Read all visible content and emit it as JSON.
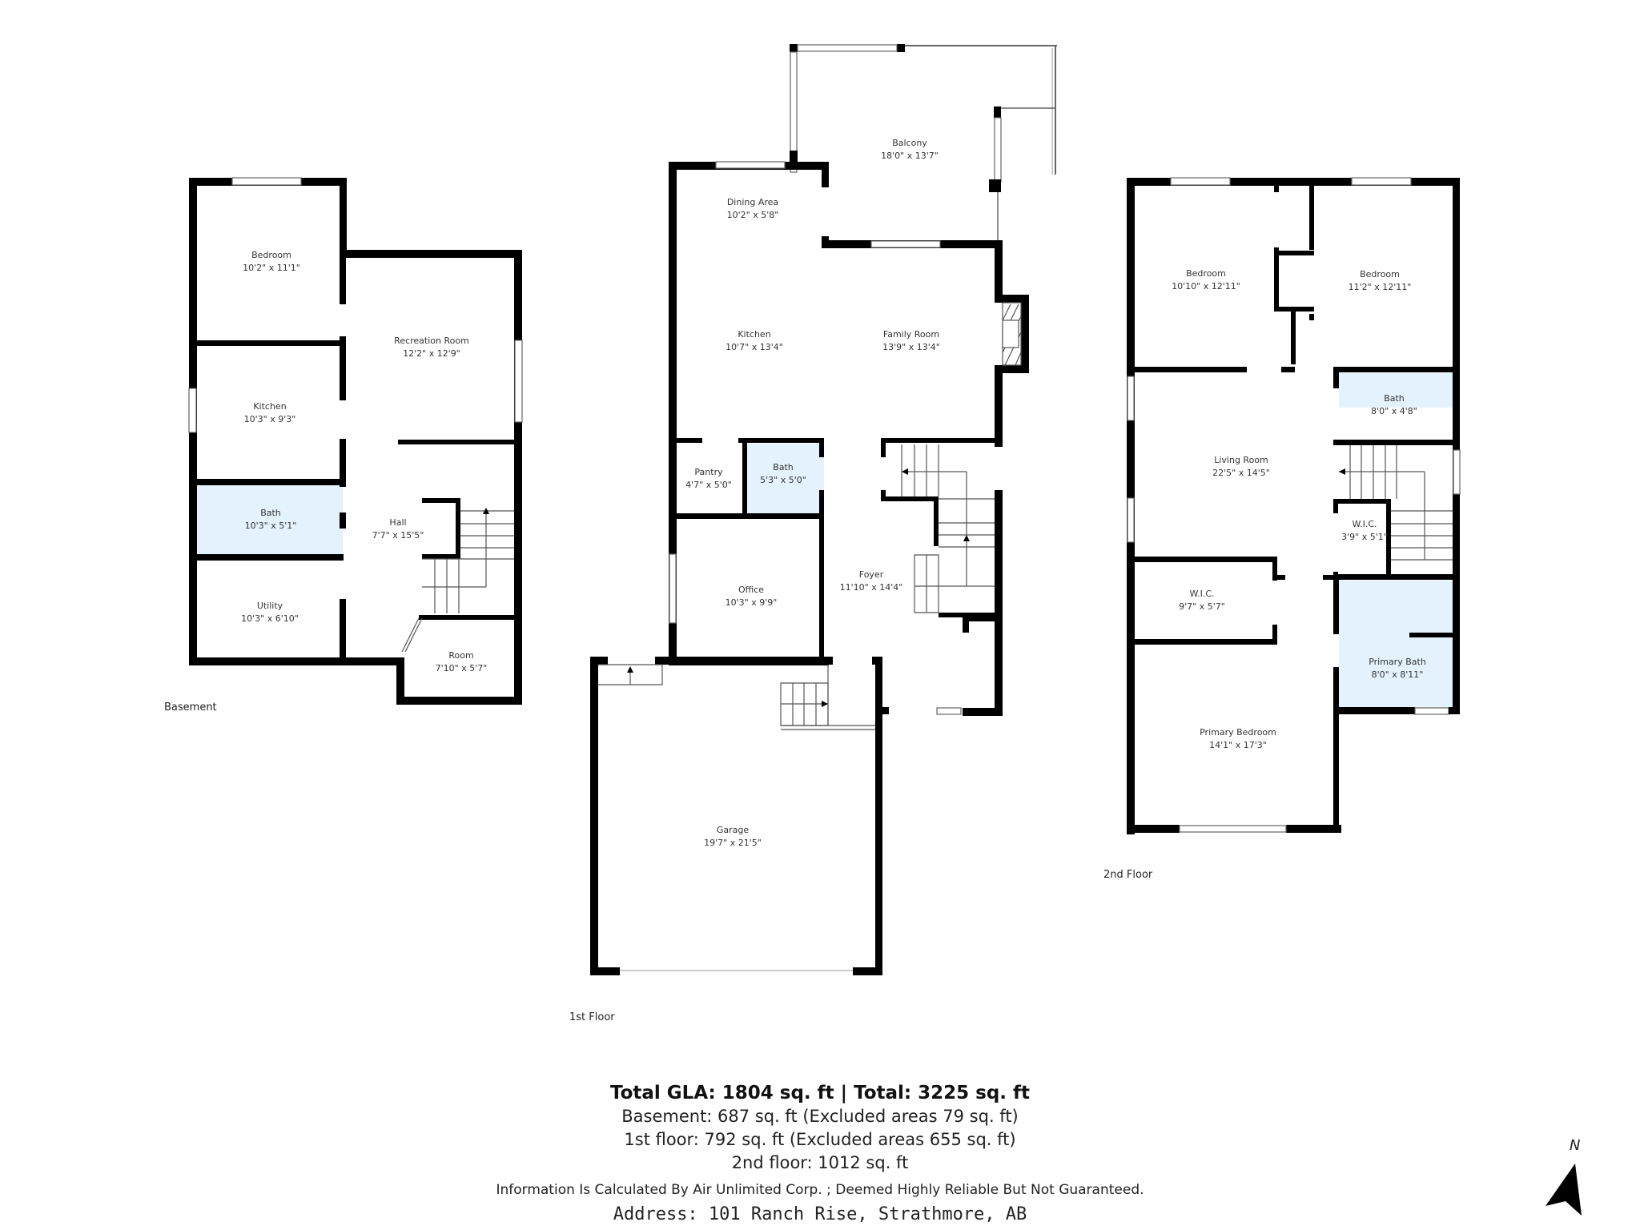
{
  "floors": {
    "basement": {
      "label": "Basement",
      "rooms": [
        {
          "name": "Bedroom",
          "dims": "10'2\" x 11'1\""
        },
        {
          "name": "Recreation Room",
          "dims": "12'2\" x 12'9\""
        },
        {
          "name": "Kitchen",
          "dims": "10'3\" x 9'3\""
        },
        {
          "name": "Bath",
          "dims": "10'3\" x 5'1\""
        },
        {
          "name": "Hall",
          "dims": "7'7\" x 15'5\""
        },
        {
          "name": "Utility",
          "dims": "10'3\" x 6'10\""
        },
        {
          "name": "Room",
          "dims": "7'10\" x 5'7\""
        }
      ]
    },
    "first": {
      "label": "1st Floor",
      "rooms": [
        {
          "name": "Balcony",
          "dims": "18'0\" x 13'7\""
        },
        {
          "name": "Dining Area",
          "dims": "10'2\" x 5'8\""
        },
        {
          "name": "Kitchen",
          "dims": "10'7\" x 13'4\""
        },
        {
          "name": "Family Room",
          "dims": "13'9\" x 13'4\""
        },
        {
          "name": "Pantry",
          "dims": "4'7\" x 5'0\""
        },
        {
          "name": "Bath",
          "dims": "5'3\" x 5'0\""
        },
        {
          "name": "Office",
          "dims": "10'3\" x 9'9\""
        },
        {
          "name": "Foyer",
          "dims": "11'10\" x 14'4\""
        },
        {
          "name": "Garage",
          "dims": "19'7\" x 21'5\""
        }
      ]
    },
    "second": {
      "label": "2nd Floor",
      "rooms": [
        {
          "name": "Bedroom",
          "dims": "10'10\" x 12'11\""
        },
        {
          "name": "Bedroom",
          "dims": "11'2\" x 12'11\""
        },
        {
          "name": "Bath",
          "dims": "8'0\" x 4'8\""
        },
        {
          "name": "Living Room",
          "dims": "22'5\" x 14'5\""
        },
        {
          "name": "W.I.C.",
          "dims": "3'9\" x 5'1\""
        },
        {
          "name": "W.I.C.",
          "dims": "9'7\" x 5'7\""
        },
        {
          "name": "Primary Bath",
          "dims": "8'0\" x 8'11\""
        },
        {
          "name": "Primary Bedroom",
          "dims": "14'1\" x 17'3\""
        }
      ]
    }
  },
  "summary": {
    "total": "Total GLA: 1804 sq. ft | Total: 3225 sq. ft",
    "basement": "Basement: 687 sq. ft (Excluded areas 79 sq. ft)",
    "first": "1st floor: 792 sq. ft (Excluded areas 655 sq. ft)",
    "second": "2nd floor: 1012 sq. ft",
    "disclaimer": "Information Is Calculated By Air Unlimited Corp. ; Deemed Highly Reliable But Not Guaranteed.",
    "address": "Address: 101 Ranch Rise, Strathmore, AB"
  },
  "compass": {
    "label": "N",
    "icon": "north-arrow-icon"
  },
  "colors": {
    "wall": "#000000",
    "bath_fill": "#e3f2fc",
    "background": "#ffffff"
  }
}
